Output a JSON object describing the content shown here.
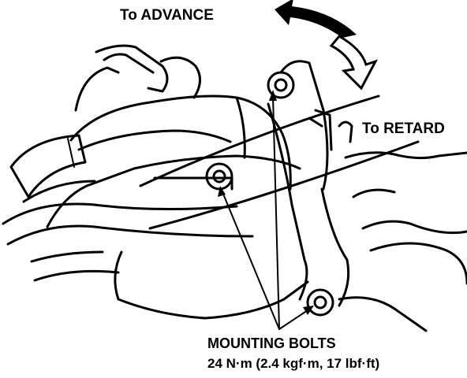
{
  "labels": {
    "advance": "To ADVANCE",
    "retard": "To RETARD",
    "bolts_title": "MOUNTING BOLTS",
    "bolts_torque": "24 N·m (2.4 kgf·m, 17 lbf·ft)"
  },
  "colors": {
    "ink": "#000000",
    "paper": "#ffffff"
  }
}
